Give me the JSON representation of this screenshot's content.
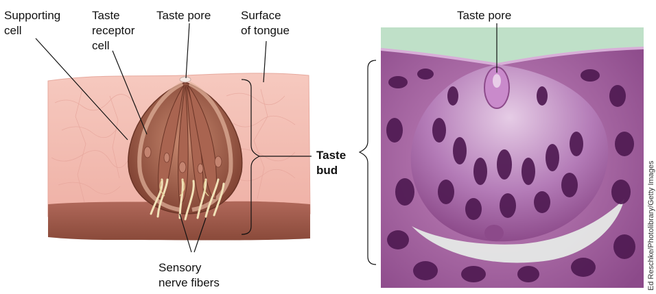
{
  "diagram": {
    "labels": {
      "supporting_cell_1": "Supporting",
      "supporting_cell_2": "cell",
      "taste_receptor_1": "Taste",
      "taste_receptor_2": "receptor",
      "taste_receptor_3": "cell",
      "taste_pore_left": "Taste pore",
      "surface_1": "Surface",
      "surface_2": "of tongue",
      "taste_bud_1": "Taste",
      "taste_bud_2": "bud",
      "sensory_1": "Sensory",
      "sensory_2": "nerve fibers",
      "taste_pore_right": "Taste pore"
    },
    "credit": "Ed Reschke/Photolibrary/Getty Images"
  },
  "colors": {
    "tissue_pink": "#f3bdb2",
    "tissue_edge": "#d98f86",
    "bud_brown": "#8a4a3a",
    "bud_light": "#c98a70",
    "base_brown": "#9a5646",
    "nerve": "#f1e2b8",
    "micro_purple": "#a05a9a",
    "micro_dark": "#5a1f5a",
    "micro_top": "#bfe0c8"
  }
}
